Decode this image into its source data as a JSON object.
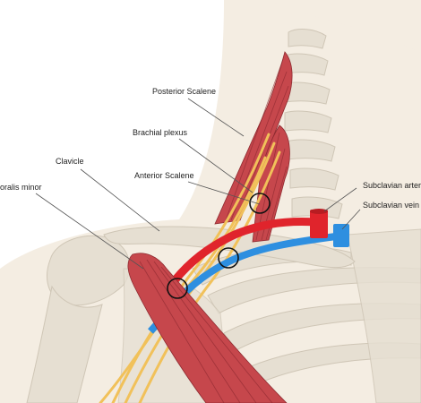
{
  "labels": {
    "posterior_scalene": "Posterior Scalene",
    "brachial_plexus": "Brachial plexus",
    "clavicle": "Clavicle",
    "anterior_scalene": "Anterior Scalene",
    "pectoralis_minor": "Pectoralis minor",
    "subclavian_artery": "Subclavian artery",
    "subclavian_vein": "Subclavian vein"
  },
  "colors": {
    "skin": "#f4ede2",
    "bone": "#e6dfd2",
    "bone_outline": "#cfc6b6",
    "muscle": "#c6474c",
    "muscle_stripe": "#8e2a30",
    "artery": "#e0242c",
    "vein": "#2e8fe0",
    "nerve": "#f1c15a",
    "circle": "#111111",
    "leader": "#555555"
  }
}
